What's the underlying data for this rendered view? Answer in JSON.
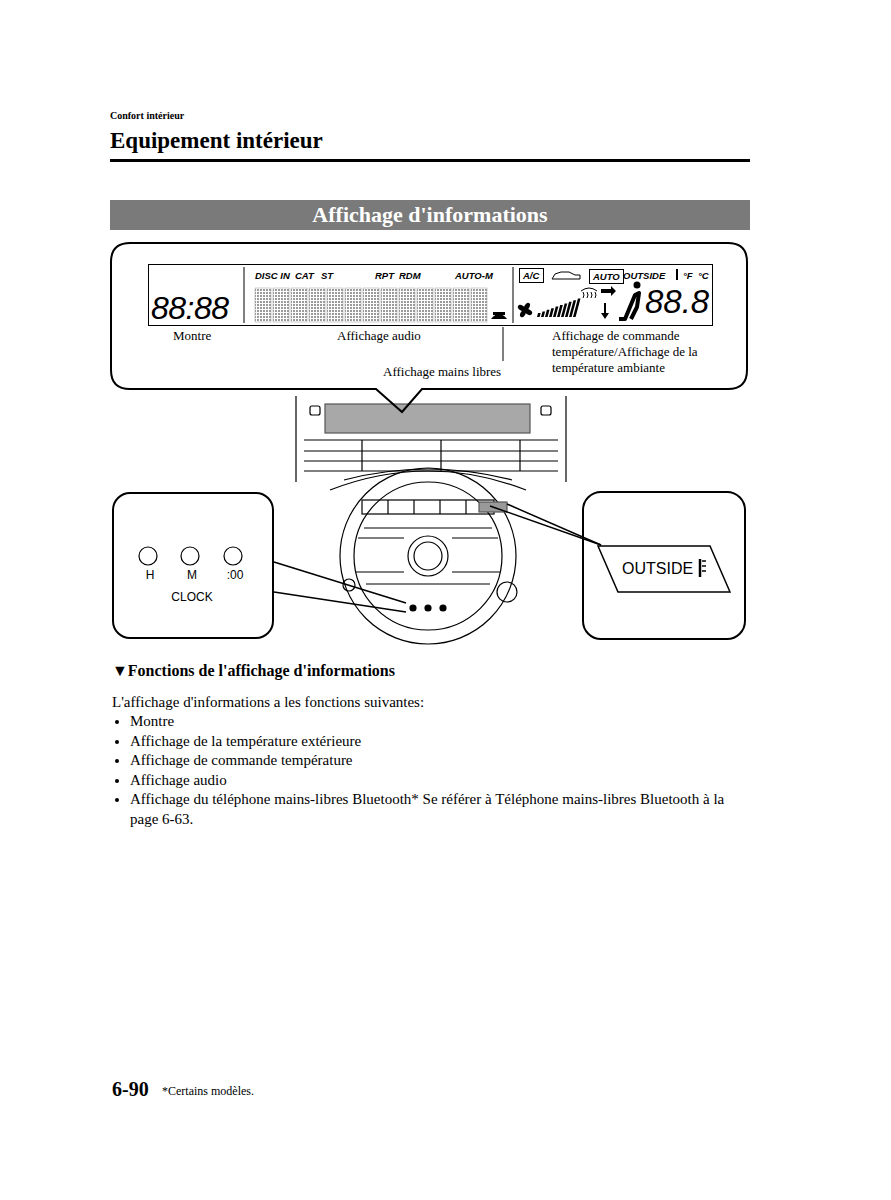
{
  "diagram": {
    "title": "Equipement intérieur",
    "nodes": [
      {
        "text": [
          "Affichage d'informations"
        ]
      },
      {
        "text": [
          "Montre",
          "Affichage audio",
          "Affichage mains libres",
          "Affichage de commande température/Affichage de la température ambiante"
        ]
      },
      {
        "text": [
          "88:88",
          "DISC IN",
          "CAT",
          "ST",
          "RPT",
          "RDM",
          "AUTO-M",
          "OUTSIDE",
          "°F",
          "°C",
          "88.8"
        ],
        "in": 1
      },
      {
        "text": [
          "A/C"
        ],
        "in": 2
      },
      {
        "text": [
          "AUTO"
        ],
        "in": 2
      },
      {
        "text": [
          "H",
          "M",
          ":00",
          "CLOCK"
        ]
      },
      {
        "text": [
          "OUTSIDE"
        ]
      }
    ],
    "labels": [
      "Confort intérieur",
      "▼Fonctions de l'affichage d'informations",
      "L'affichage d'informations a les fonctions suivantes:",
      "Montre",
      "Affichage de la température extérieure",
      "Affichage de commande température",
      "Affichage audio",
      "Affichage du téléphone mains-libres Bluetooth* Se référer à Téléphone mains-libres Bluetooth à la page 6-63.",
      "6-90",
      "*Certains modèles."
    ]
  }
}
